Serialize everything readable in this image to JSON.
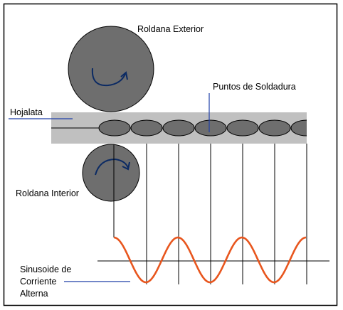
{
  "labels": {
    "outer_roller": "Roldana Exterior",
    "weld_points": "Puntos de Soldadura",
    "tinplate": "Hojalata",
    "inner_roller": "Roldana Interior",
    "sine_line1": "Sinusoide de",
    "sine_line2": "Corriente",
    "sine_line3": "Alterna"
  },
  "colors": {
    "frame": "#000000",
    "roller_fill": "#6e6e6e",
    "roller_stroke": "#000000",
    "rotation_arrow": "#0b2a63",
    "strip_fill": "#c0c0c0",
    "weld_fill": "#6e6e6e",
    "sine": "#e8561e",
    "leader": "#1f3fa8",
    "guide_line": "#000000"
  },
  "weld_point_count": 7,
  "sine_cycles": 3
}
